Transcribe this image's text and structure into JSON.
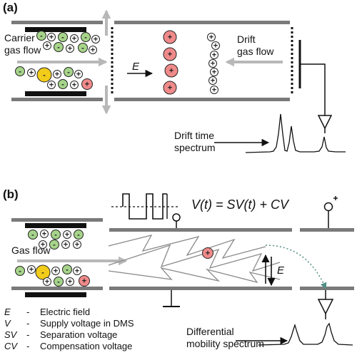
{
  "colors": {
    "plate": "#7a7a7a",
    "electrode": "#111111",
    "flow_arrow": "#b8b8b8",
    "ion_positive": "#f08a8a",
    "ion_negative": "#a6d48a",
    "ion_large": "#f2cc1a",
    "ion_neutral": "#ffffff",
    "dotted_arrow": "#4f8f86"
  },
  "panel_a": {
    "tag": "(a)",
    "carrier_line1": "Carrier",
    "carrier_line2": "gas flow",
    "drift_line1": "Drift",
    "drift_line2": "gas flow",
    "field_label": "E",
    "spectrum_line1": "Drift time",
    "spectrum_line2": "spectrum"
  },
  "panel_b": {
    "tag": "(b)",
    "equation": "V(t) = SV(t) + CV",
    "gas_flow": "Gas flow",
    "field_label": "E",
    "spectrum_line1": "Differential",
    "spectrum_line2": "mobility spectrum"
  },
  "ion_signs": {
    "positive": "+",
    "negative": "-",
    "neutral": "+"
  },
  "legend": [
    {
      "sym": "E",
      "dash": "-",
      "text": "Electric field"
    },
    {
      "sym": "V",
      "dash": "-",
      "text": "Supply voltage in DMS"
    },
    {
      "sym": "SV",
      "dash": "-",
      "text": "Separation voltage"
    },
    {
      "sym": "CV",
      "dash": "-",
      "text": "Compensation voltage"
    }
  ]
}
